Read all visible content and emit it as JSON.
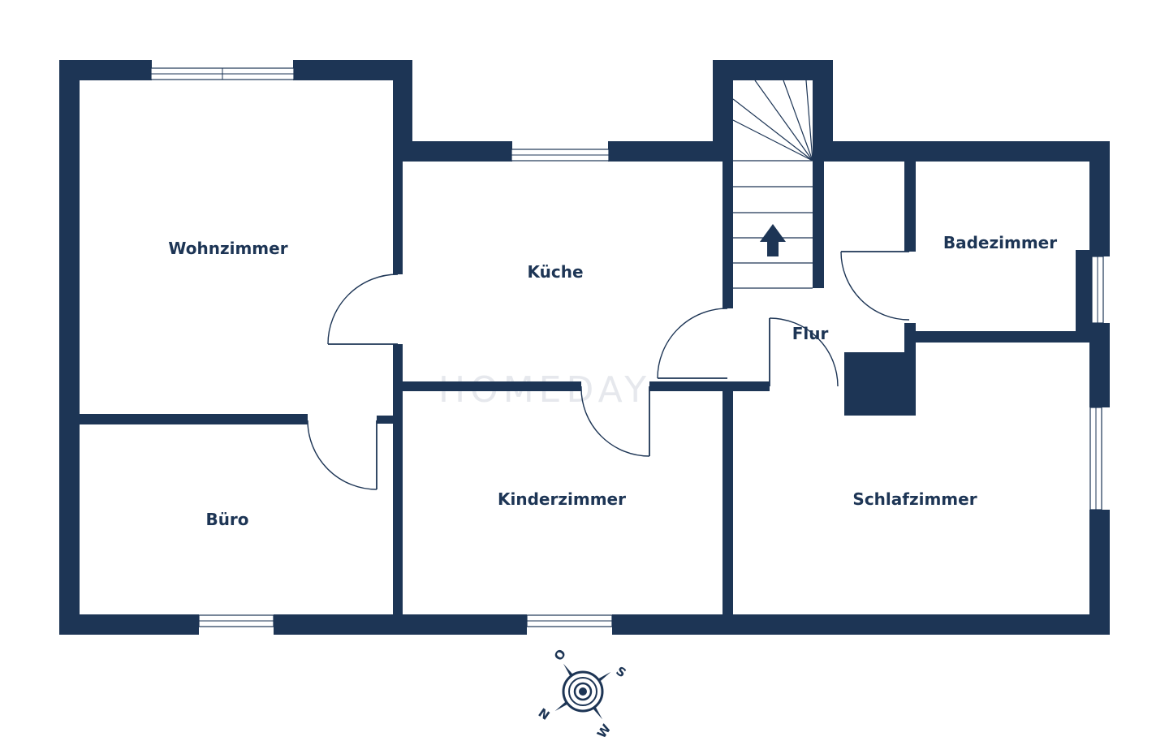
{
  "colors": {
    "wall": "#1d3555",
    "background": "#ffffff"
  },
  "rooms": {
    "wohnzimmer": "Wohnzimmer",
    "kueche": "Küche",
    "badezimmer": "Badezimmer",
    "flur": "Flur",
    "buero": "Büro",
    "kinderzimmer": "Kinderzimmer",
    "schlafzimmer": "Schlafzimmer"
  },
  "compass": {
    "north": "N",
    "east": "O",
    "south": "S",
    "west": "W"
  },
  "watermark": "HOMEDAY",
  "icons": {
    "stair_direction": "arrow-up-icon",
    "compass": "compass-rose-icon"
  }
}
